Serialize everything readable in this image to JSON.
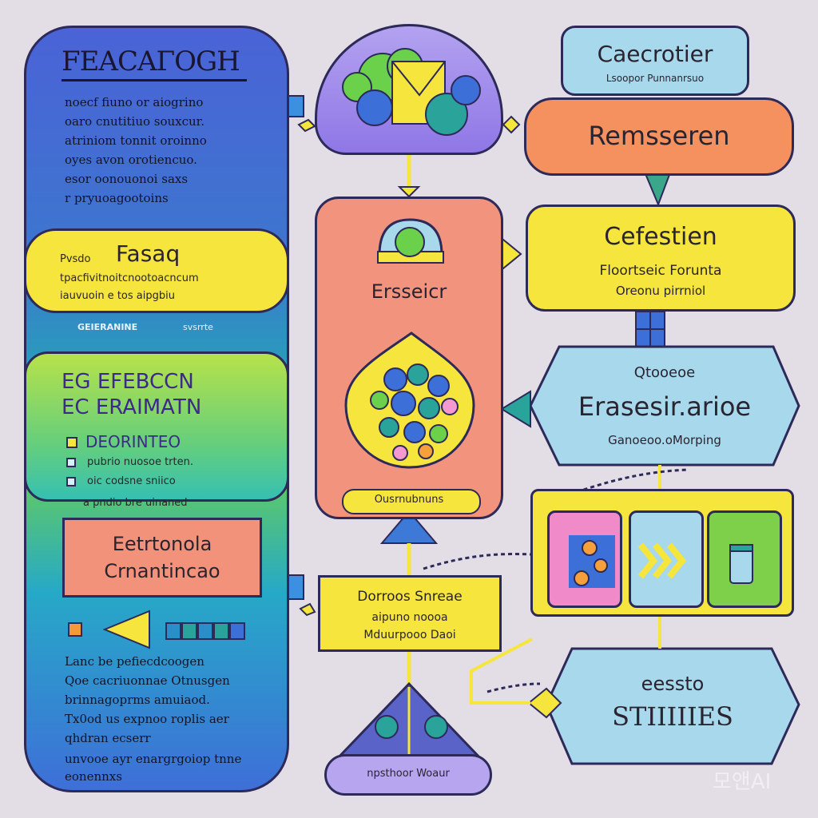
{
  "left": {
    "title": "FEACAΓOGH",
    "para1": [
      "noecf fiuno or aiogrino",
      "oaro cnutitiuo souxcur.",
      "atriniom tonnit oroinno",
      "oyes avon orotiencuo.",
      "esor oonouonoi saxs",
      "r pryuoagootoins"
    ],
    "fasaq": {
      "title": "Fasaq",
      "tag": "Pvsdo",
      "line1": "tpacfivitnoitcnootoacncum",
      "line2": "iauvuoin e tos aipgbiu"
    },
    "band": {
      "left": "GEIERANINE",
      "right": "svsrrte"
    },
    "eval": {
      "line1": "EG EFEBCCN",
      "line2": "EC ERAIMATN",
      "heading": "DEORINTEO",
      "items": [
        "pubrio nuosoe trten.",
        "oic codsne sniico",
        "a pndio bre uinaned"
      ]
    },
    "cran": {
      "line1": "Eetrtonola",
      "line2": "Crnantincao"
    },
    "para2": [
      "Lanc be pefiecdcoogen",
      "Qoe cacriuonnae Otnusgen",
      "brinnagoprms amuiaod.",
      "Tx0od us expnoo roplis aer",
      "qhdran ecserr",
      "unvooe ayr enargrgoiop tnne",
      "eonennxs"
    ]
  },
  "middle": {
    "process": {
      "title": "Ersseicr",
      "caption": "Ousrnubnuns"
    },
    "strategy": {
      "line1": "Dorroos Snreae",
      "line2": "aipuno noooa",
      "line3": "Mduurpooo Daoi"
    },
    "output": "npsthoor Woaur"
  },
  "right": {
    "capacity": {
      "title": "Caecrotier",
      "sub": "Lsoopor Punnanrsuo"
    },
    "research": {
      "title": "Remsseren"
    },
    "creation": {
      "title": "Cefestien",
      "line1": "Floortseic Forunta",
      "line2": "Oreonu pirrniol"
    },
    "hex1": {
      "top": "Qtooeoe",
      "title": "Erasesir.arioe",
      "bottom": "Ganoeoo.oMorping"
    },
    "hex2": {
      "line1": "eessto",
      "line2": "STIIIIIES"
    }
  },
  "watermark": "모앤AI",
  "colors": {
    "yellow": "#f5e53c",
    "coral": "#f2937e",
    "sky": "#a8d8ec",
    "orange": "#f4915e",
    "violet": "#8f77e6",
    "blue": "#3d6fd8",
    "teal": "#24a6b7"
  }
}
